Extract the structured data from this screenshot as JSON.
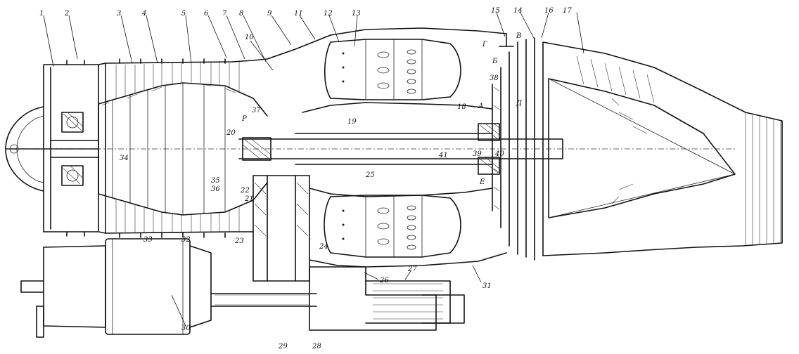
{
  "callouts": [
    {
      "id": "c1",
      "label": "1"
    },
    {
      "id": "c2",
      "label": "2"
    },
    {
      "id": "c3",
      "label": "3"
    },
    {
      "id": "c4",
      "label": "4"
    },
    {
      "id": "c5",
      "label": "5"
    },
    {
      "id": "c6",
      "label": "6"
    },
    {
      "id": "c7",
      "label": "7"
    },
    {
      "id": "c8",
      "label": "8"
    },
    {
      "id": "c9",
      "label": "9"
    },
    {
      "id": "c10",
      "label": "10"
    },
    {
      "id": "c11",
      "label": "11"
    },
    {
      "id": "c12",
      "label": "12"
    },
    {
      "id": "c13",
      "label": "13"
    },
    {
      "id": "c14",
      "label": "14"
    },
    {
      "id": "c15",
      "label": "15"
    },
    {
      "id": "c16",
      "label": "16"
    },
    {
      "id": "c17",
      "label": "17"
    },
    {
      "id": "c18",
      "label": "18"
    },
    {
      "id": "c19",
      "label": "19"
    },
    {
      "id": "c20",
      "label": "20"
    },
    {
      "id": "c21",
      "label": "21"
    },
    {
      "id": "c22",
      "label": "22"
    },
    {
      "id": "c23",
      "label": "23"
    },
    {
      "id": "c24",
      "label": "24"
    },
    {
      "id": "c25",
      "label": "25"
    },
    {
      "id": "c26",
      "label": "26"
    },
    {
      "id": "c27",
      "label": "27"
    },
    {
      "id": "c28",
      "label": "28"
    },
    {
      "id": "c29",
      "label": "29"
    },
    {
      "id": "c30",
      "label": "30"
    },
    {
      "id": "c31",
      "label": "31"
    },
    {
      "id": "c32",
      "label": "32"
    },
    {
      "id": "c33",
      "label": "33"
    },
    {
      "id": "c34",
      "label": "34"
    },
    {
      "id": "c35",
      "label": "35"
    },
    {
      "id": "c36",
      "label": "36"
    },
    {
      "id": "c37",
      "label": "37"
    },
    {
      "id": "c38",
      "label": "38"
    },
    {
      "id": "c39",
      "label": "39"
    },
    {
      "id": "c40",
      "label": "40"
    },
    {
      "id": "c41",
      "label": "41"
    }
  ],
  "section_letters": {
    "a": "А",
    "b": "Б",
    "v_top": "В",
    "g": "Г",
    "d": "Д",
    "e": "Е",
    "r": "Р"
  }
}
